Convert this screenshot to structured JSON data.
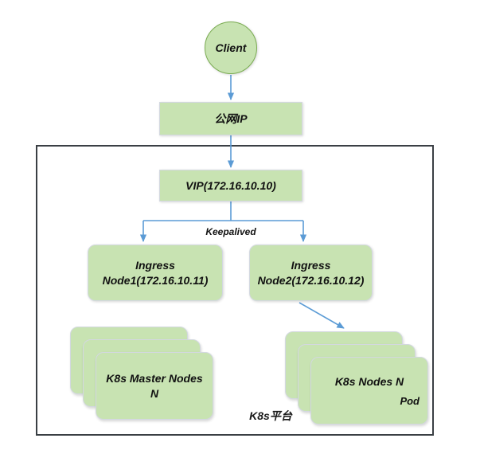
{
  "diagram": {
    "title_label": "K8s平台",
    "accent_green_fill": "#C8E3B2",
    "accent_green_border": "#7AAC51",
    "arrow_color": "#5B9BD5",
    "container_border": "#3A3F44",
    "node_border": "#D3D8E0"
  },
  "nodes": {
    "client": {
      "label": "Client",
      "shape": "circle"
    },
    "public_ip": {
      "label": "公网IP",
      "shape": "rectangle"
    },
    "vip": {
      "label": "VIP(172.16.10.10)",
      "shape": "rectangle"
    },
    "ingress_node1": {
      "line1": "Ingress",
      "line2": "Node1(172.16.10.11)",
      "shape": "rounded-rectangle"
    },
    "ingress_node2": {
      "line1": "Ingress",
      "line2": "Node2(172.16.10.12)",
      "shape": "rounded-rectangle"
    },
    "k8s_master_nodes": {
      "line1": "K8s Master Nodes",
      "line2": "N",
      "shape": "stacked-rounded-rectangle",
      "stack_count": 3
    },
    "k8s_nodes": {
      "line1": "K8s Nodes N",
      "sublabel": "Pod",
      "shape": "stacked-rounded-rectangle",
      "stack_count": 3
    }
  },
  "edges": {
    "client_to_public_ip": {
      "label": ""
    },
    "public_ip_to_vip": {
      "label": ""
    },
    "vip_to_ingress": {
      "label": "Keepalived"
    },
    "ingress2_to_k8s_nodes": {
      "label": ""
    }
  }
}
